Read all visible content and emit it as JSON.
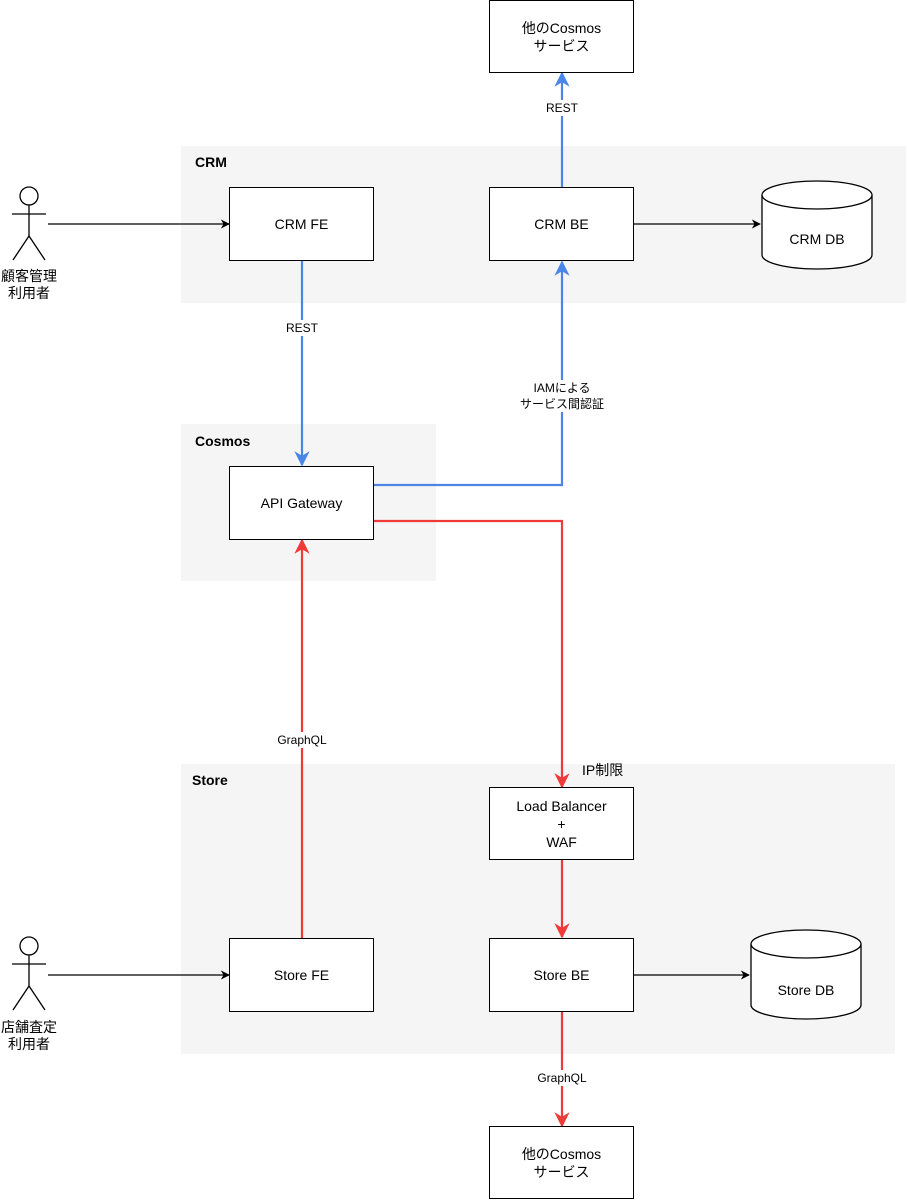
{
  "groups": {
    "crm": "CRM",
    "cosmos": "Cosmos",
    "store": "Store"
  },
  "nodes": {
    "other_cosmos_top": [
      "他のCosmos",
      "サービス"
    ],
    "crm_fe": "CRM FE",
    "crm_be": "CRM BE",
    "crm_db": "CRM DB",
    "api_gateway": "API Gateway",
    "load_balancer": [
      "Load Balancer",
      "+",
      "WAF"
    ],
    "store_fe": "Store FE",
    "store_be": "Store BE",
    "store_db": "Store DB",
    "other_cosmos_bottom": [
      "他のCosmos",
      "サービス"
    ]
  },
  "actors": {
    "crm_user": [
      "顧客管理",
      "利用者"
    ],
    "store_user": [
      "店舗査定",
      "利用者"
    ]
  },
  "edge_labels": {
    "rest_top": "REST",
    "rest_crm": "REST",
    "iam": [
      "IAMによる",
      "サービス間認証"
    ],
    "graphql_store": "GraphQL",
    "ip_limit": "IP制限",
    "graphql_bottom": "GraphQL"
  },
  "colors": {
    "blue": "#4a86e8",
    "red": "#f03a3a",
    "group_bg": "#f5f5f5"
  }
}
